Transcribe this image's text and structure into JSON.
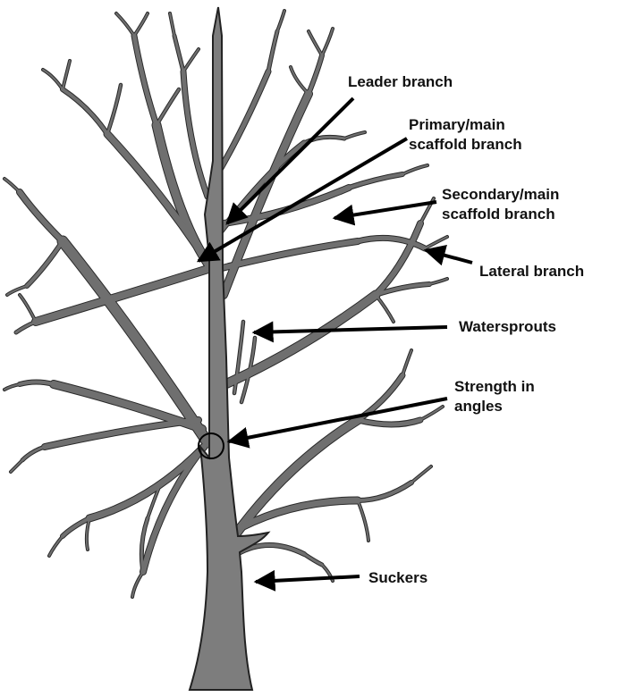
{
  "colors": {
    "background": "#ffffff",
    "trunk_fill": "#7d7d7d",
    "trunk_outline": "#222222",
    "branch": "#6f6f6f",
    "branch_outline": "#2a2a2a",
    "arrow": "#000000",
    "label": "#111111"
  },
  "labels": {
    "leader_branch": [
      "Leader branch"
    ],
    "primary_scaffold": [
      "Primary/main",
      "scaffold branch"
    ],
    "secondary_scaffold": [
      "Secondary/main",
      "scaffold branch"
    ],
    "lateral_branch": [
      "Lateral branch"
    ],
    "watersprouts": [
      "Watersprouts"
    ],
    "strength_in_angles": [
      "Strength in",
      "angles"
    ],
    "suckers": [
      "Suckers"
    ]
  }
}
